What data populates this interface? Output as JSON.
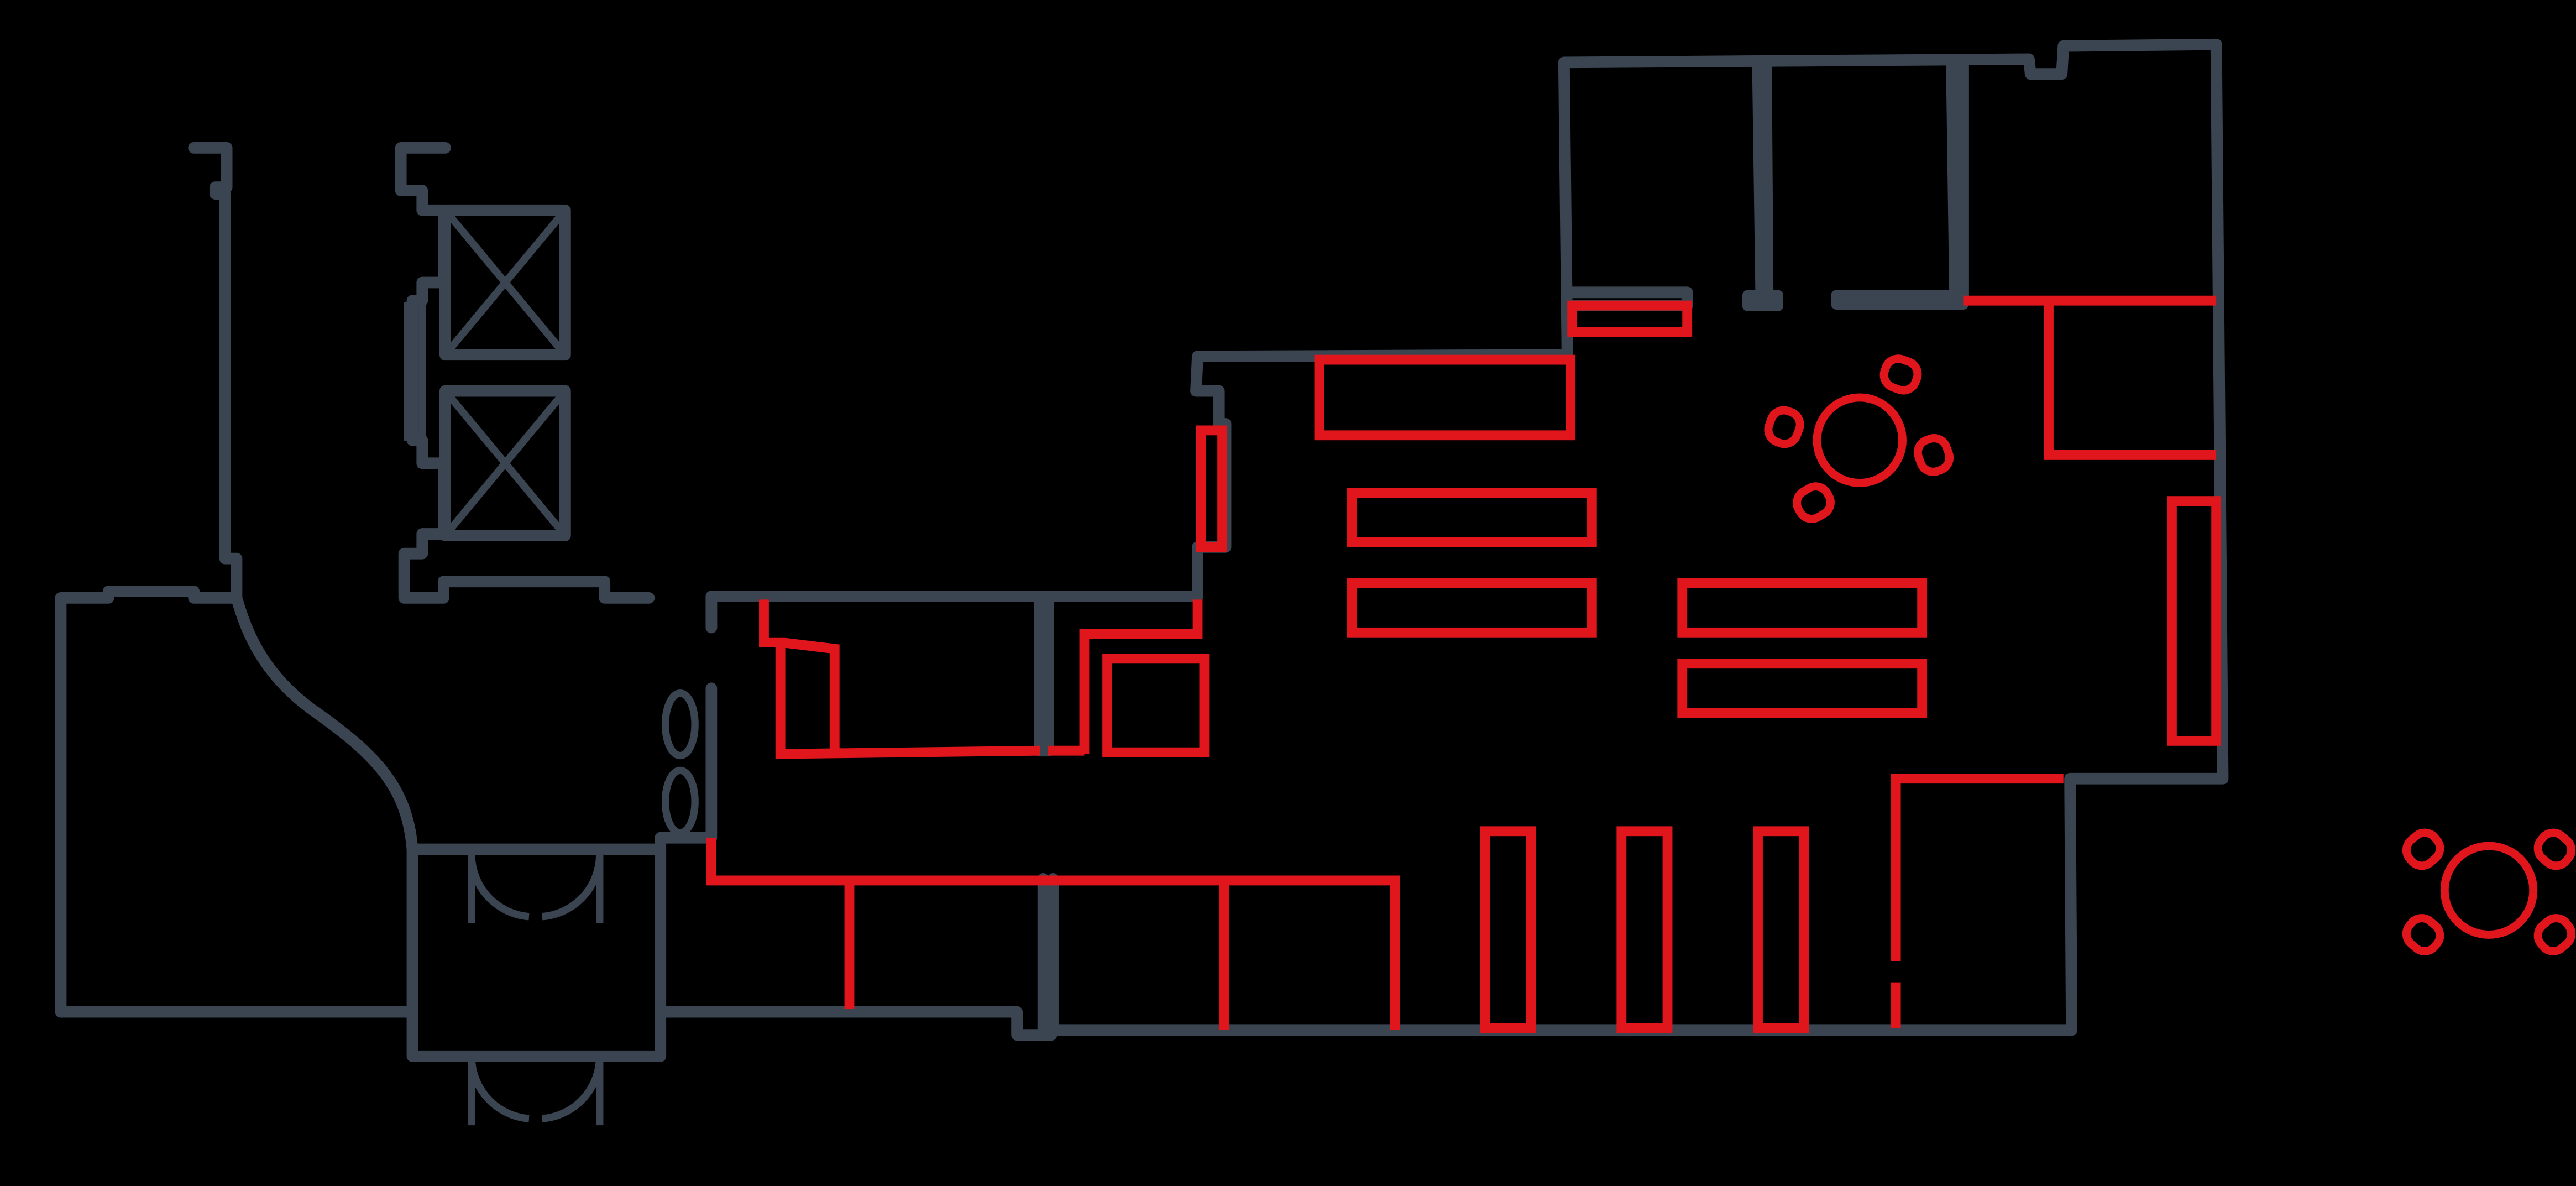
{
  "colors": {
    "background": "#000000",
    "existing_walls": "#3b4552",
    "new_construction": "#e0161c"
  },
  "plan": {
    "elevator_count": 2,
    "round_table_groups": [
      {
        "name": "dining-table-group",
        "chairs": 4
      },
      {
        "name": "loose-round-table-group",
        "chairs": 4
      }
    ]
  }
}
